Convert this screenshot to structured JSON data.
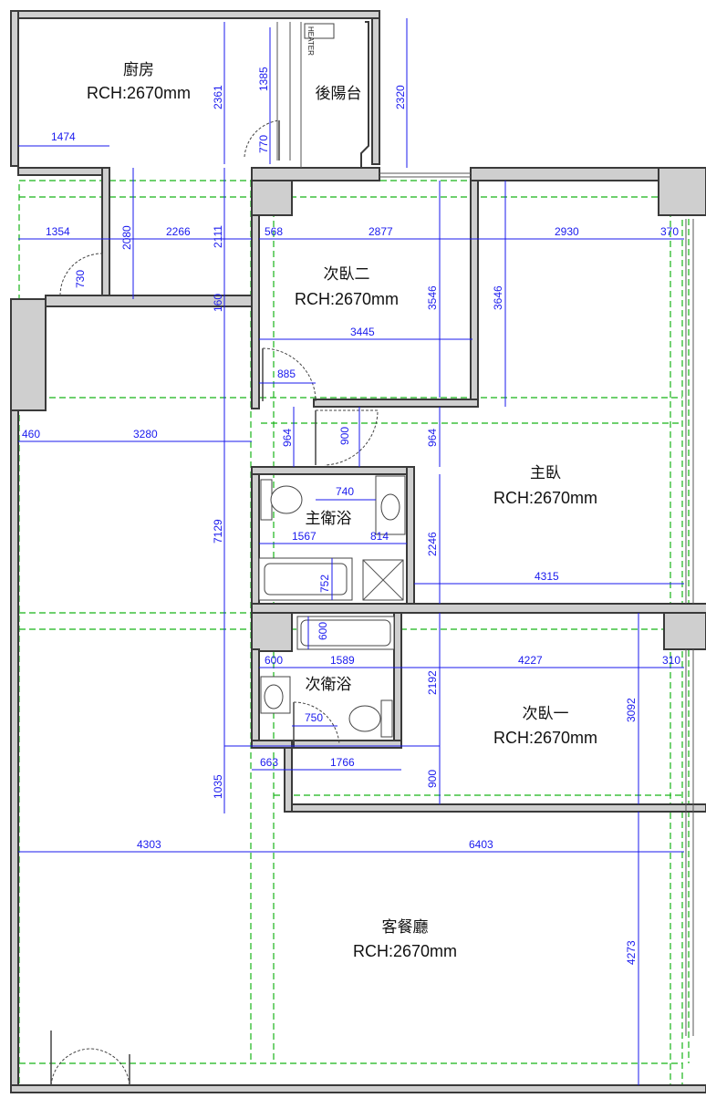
{
  "rooms": {
    "kitchen": {
      "name": "廚房",
      "rch": "RCH:2670mm"
    },
    "back_balcony": {
      "name": "後陽台"
    },
    "bedroom2": {
      "name": "次臥二",
      "rch": "RCH:2670mm"
    },
    "master": {
      "name": "主臥",
      "rch": "RCH:2670mm"
    },
    "master_bath": {
      "name": "主衛浴"
    },
    "second_bath": {
      "name": "次衛浴"
    },
    "bedroom1": {
      "name": "次臥一",
      "rch": "RCH:2670mm"
    },
    "living": {
      "name": "客餐廳",
      "rch": "RCH:2670mm"
    }
  },
  "labels": {
    "heater": "HEATER"
  },
  "dims": {
    "d1474": "1474",
    "d2361": "2361",
    "d1385": "1385",
    "d770": "770",
    "d2320": "2320",
    "d1354": "1354",
    "d2080": "2080",
    "d2266": "2266",
    "d2111": "2111",
    "d568": "568",
    "d2877": "2877",
    "d2930": "2930",
    "d370": "370",
    "d730": "730",
    "d160": "160",
    "d3546": "3546",
    "d3646": "3646",
    "d3445": "3445",
    "d885": "885",
    "d460": "460",
    "d3280": "3280",
    "d964a": "964",
    "d900a": "900",
    "d964b": "964",
    "d740": "740",
    "d7129": "7129",
    "d1567": "1567",
    "d814": "814",
    "d2246": "2246",
    "d752": "752",
    "d4315": "4315",
    "d600a": "600",
    "d600b": "600",
    "d1589": "1589",
    "d4227": "4227",
    "d310": "310",
    "d2192": "2192",
    "d3092": "3092",
    "d750": "750",
    "d663": "663",
    "d1766": "1766",
    "d1035": "1035",
    "d900b": "900",
    "d4303": "4303",
    "d6403": "6403",
    "d4273": "4273"
  },
  "colors": {
    "wall_fill": "#cfcfcf",
    "wall_stroke": "#3a3a3a",
    "dimension": "#1a1aee",
    "grid": "#18b418"
  }
}
